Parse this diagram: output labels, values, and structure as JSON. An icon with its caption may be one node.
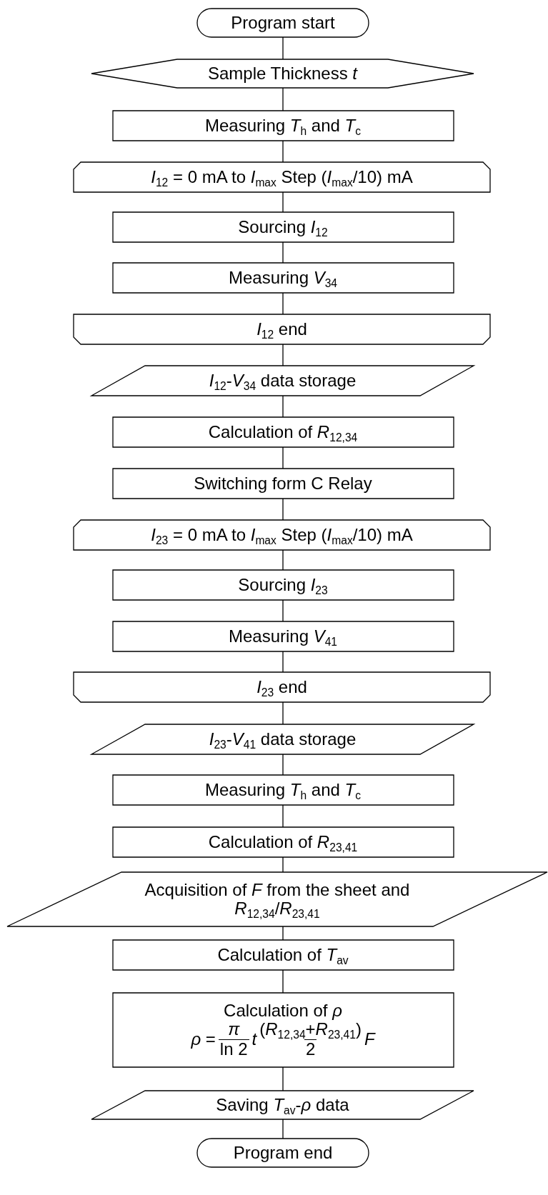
{
  "diagram": {
    "nodes": [
      {
        "text": [
          "Program start"
        ]
      },
      {
        "text": [
          "Sample Thickness *t*"
        ]
      },
      {
        "text": [
          "Measuring *T*$_{h}$ and *T*$_{c}$"
        ]
      },
      {
        "text": [
          "*I*$_{12}$ = 0 mA to *I*$_{max}$ Step (*I*$_{max}$/10) mA"
        ]
      },
      {
        "text": [
          "Sourcing *I*$_{12}$"
        ]
      },
      {
        "text": [
          "Measuring *V*$_{34}$"
        ]
      },
      {
        "text": [
          "*I*$_{12}$ end"
        ]
      },
      {
        "text": [
          "*I*$_{12}$-*V*$_{34}$ data storage"
        ]
      },
      {
        "text": [
          "Calculation of *R*$_{12,34}$"
        ]
      },
      {
        "text": [
          "Switching form C Relay"
        ]
      },
      {
        "text": [
          "*I*$_{23}$ = 0 mA to *I*$_{max}$ Step (*I*$_{max}$/10) mA"
        ]
      },
      {
        "text": [
          "Sourcing *I*$_{23}$"
        ]
      },
      {
        "text": [
          "Measuring *V*$_{41}$"
        ]
      },
      {
        "text": [
          "*I*$_{23}$ end"
        ]
      },
      {
        "text": [
          "*I*$_{23}$-*V*$_{41}$ data storage"
        ]
      },
      {
        "text": [
          "Measuring *T*$_{h}$ and *T*$_{c}$"
        ]
      },
      {
        "text": [
          "Calculation of *R*$_{23,41}$"
        ]
      },
      {
        "text": [
          "Acquisition of *F* from the sheet and *R*$_{12,34}$/*R*$_{23,41}$"
        ]
      },
      {
        "text": [
          "Calculation of *T*$_{av}$"
        ]
      },
      {
        "text": [
          "Calculation of *ρ*",
          "*ρ* =",
          "*π*",
          "ln 2",
          "*t*",
          "(*R*$_{12,34}$+*R*$_{23,41}$)",
          "2",
          "*F*"
        ]
      },
      {
        "text": [
          "Saving *T*$_{av}$-*ρ* data"
        ]
      },
      {
        "text": [
          "Program end"
        ]
      }
    ],
    "edges": [
      {
        "from": 0,
        "to": 1,
        "arrow": "none"
      },
      {
        "from": 1,
        "to": 2,
        "arrow": "none"
      },
      {
        "from": 2,
        "to": 3,
        "arrow": "none"
      },
      {
        "from": 3,
        "to": 4,
        "arrow": "none"
      },
      {
        "from": 4,
        "to": 5,
        "arrow": "none"
      },
      {
        "from": 5,
        "to": 6,
        "arrow": "none"
      },
      {
        "from": 6,
        "to": 7,
        "arrow": "none"
      },
      {
        "from": 7,
        "to": 8,
        "arrow": "none"
      },
      {
        "from": 8,
        "to": 9,
        "arrow": "none"
      },
      {
        "from": 9,
        "to": 10,
        "arrow": "none"
      },
      {
        "from": 10,
        "to": 11,
        "arrow": "none"
      },
      {
        "from": 11,
        "to": 12,
        "arrow": "none"
      },
      {
        "from": 12,
        "to": 13,
        "arrow": "none"
      },
      {
        "from": 13,
        "to": 14,
        "arrow": "none"
      },
      {
        "from": 14,
        "to": 15,
        "arrow": "none"
      },
      {
        "from": 15,
        "to": 16,
        "arrow": "none"
      },
      {
        "from": 16,
        "to": 17,
        "arrow": "none"
      },
      {
        "from": 17,
        "to": 18,
        "arrow": "none"
      },
      {
        "from": 18,
        "to": 19,
        "arrow": "none"
      },
      {
        "from": 19,
        "to": 20,
        "arrow": "none"
      },
      {
        "from": 20,
        "to": 21,
        "arrow": "none"
      }
    ]
  }
}
